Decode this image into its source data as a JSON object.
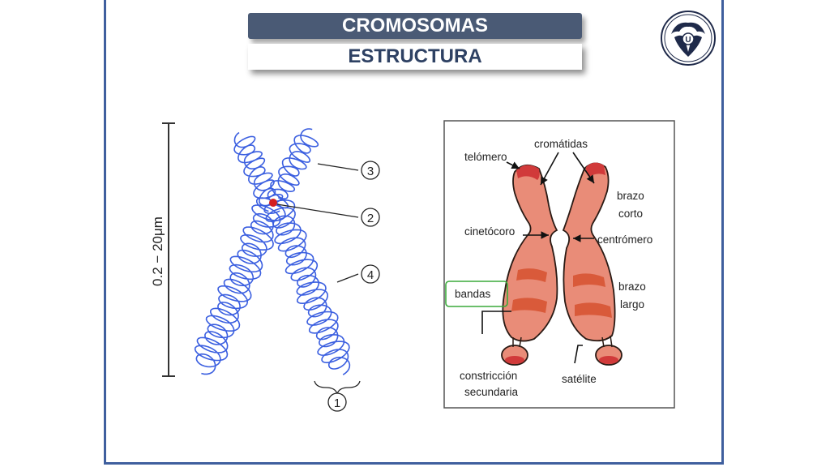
{
  "slide": {
    "title": "CROMOSOMAS",
    "subtitle": "ESTRUCTURA",
    "accent_color": "#3f5f9e",
    "title_bg_color": "#4a5a75"
  },
  "logo": {
    "icon": "university-crest-icon"
  },
  "left_diagram": {
    "scale_label": "0.2 − 20μm",
    "markers": [
      "3",
      "2",
      "4",
      "1"
    ],
    "strand_color": "#3b5fe0",
    "centromere_color": "#d42020"
  },
  "right_diagram": {
    "labels": {
      "cromatidas": "cromátidas",
      "telomero": "telómero",
      "brazo_corto_1": "brazo",
      "brazo_corto_2": "corto",
      "cinetocoro": "cinetócoro",
      "centromero": "centrómero",
      "bandas": "bandas",
      "brazo_largo_1": "brazo",
      "brazo_largo_2": "largo",
      "constriccion_1": "constricción",
      "constriccion_2": "secundaria",
      "satelite": "satélite"
    },
    "chromosome_color": "#e98c78",
    "band_color": "#d95a3a",
    "highlight_box_color": "#3aaa3a"
  }
}
